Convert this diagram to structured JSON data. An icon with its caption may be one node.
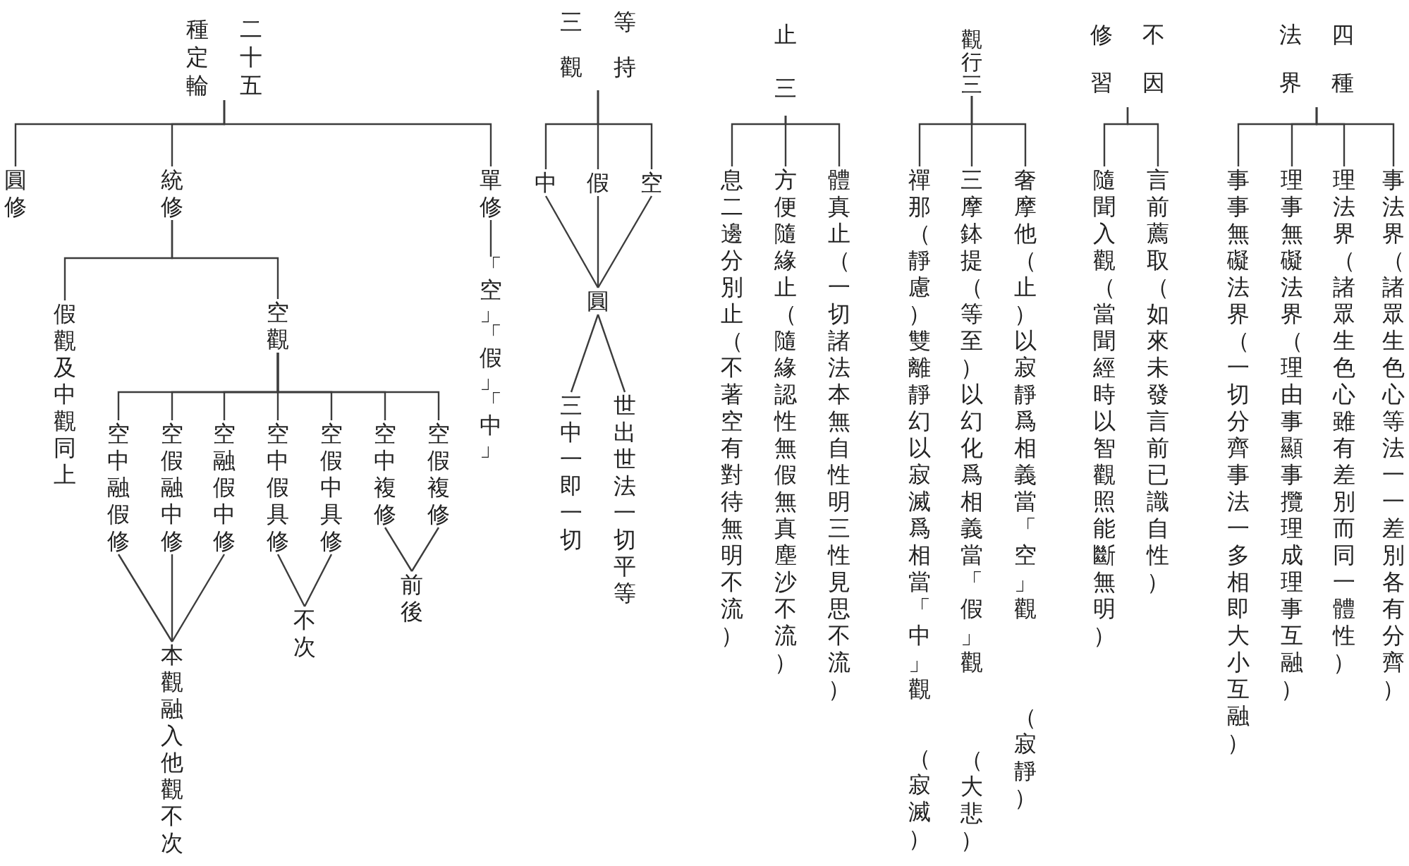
{
  "diagram": {
    "nodes": [
      {
        "text": [
          "四種法界"
        ]
      },
      {
        "text": [
          "事法界（諸眾生色心等法一一差別各有分齊）"
        ]
      },
      {
        "text": [
          "理法界（諸眾生色心雖有差別而同一體性）"
        ]
      },
      {
        "text": [
          "理事無礙法界（理由事顯事攬理成理事互融）"
        ]
      },
      {
        "text": [
          "事事無礙法界（一切分齊事法一多相即大小互融）"
        ]
      },
      {
        "text": [
          "不因修習"
        ]
      },
      {
        "text": [
          "言前薦取（如來未發言前已識自性）"
        ]
      },
      {
        "text": [
          "隨聞入觀（當聞經時以智觀照能斷無明）"
        ]
      },
      {
        "text": [
          "觀行三"
        ]
      },
      {
        "text": [
          "奢摩他（止）以寂靜爲相義當「空」觀",
          "（寂靜）"
        ]
      },
      {
        "text": [
          "三摩鉢提（等至）以幻化爲相義當「假」觀",
          "（大悲）"
        ]
      },
      {
        "text": [
          "禪那（靜慮）雙離靜幻以寂滅爲相當「中」觀",
          "（寂滅）"
        ]
      },
      {
        "text": [
          "止三"
        ]
      },
      {
        "text": [
          "體真止（一切諸法本無自性明三性見思不流）"
        ]
      },
      {
        "text": [
          "方便隨緣止（隨緣認性無假無真塵沙不流）"
        ]
      },
      {
        "text": [
          "息二邊分別止（不著空有對待無明不流）"
        ]
      },
      {
        "text": [
          "等持三觀"
        ]
      },
      {
        "text": [
          "空"
        ]
      },
      {
        "text": [
          "假"
        ]
      },
      {
        "text": [
          "中"
        ]
      },
      {
        "text": [
          "圓"
        ]
      },
      {
        "text": [
          "世出世法一切平等"
        ]
      },
      {
        "text": [
          "三中一即一切"
        ]
      },
      {
        "text": [
          "二十五種定輪"
        ]
      },
      {
        "text": [
          "單修"
        ]
      },
      {
        "text": [
          "「空」「假」「中」"
        ]
      },
      {
        "text": [
          "統修"
        ]
      },
      {
        "text": [
          "空觀"
        ]
      },
      {
        "text": [
          "空假複修"
        ]
      },
      {
        "text": [
          "空中複修"
        ]
      },
      {
        "text": [
          "空假中具修"
        ]
      },
      {
        "text": [
          "空中假具修"
        ]
      },
      {
        "text": [
          "空融假中修"
        ]
      },
      {
        "text": [
          "空假融中修"
        ]
      },
      {
        "text": [
          "空中融假修"
        ]
      },
      {
        "text": [
          "前後"
        ]
      },
      {
        "text": [
          "不次"
        ]
      },
      {
        "text": [
          "本觀融入他觀不次"
        ]
      },
      {
        "text": [
          "假觀及中觀同上"
        ]
      },
      {
        "text": [
          "圓修"
        ]
      }
    ],
    "edges": [
      {
        "from": 0,
        "to": 1,
        "arrow": "none"
      },
      {
        "from": 0,
        "to": 2,
        "arrow": "none"
      },
      {
        "from": 0,
        "to": 3,
        "arrow": "none"
      },
      {
        "from": 0,
        "to": 4,
        "arrow": "none"
      },
      {
        "from": 5,
        "to": 6,
        "arrow": "none"
      },
      {
        "from": 5,
        "to": 7,
        "arrow": "none"
      },
      {
        "from": 8,
        "to": 9,
        "arrow": "none"
      },
      {
        "from": 8,
        "to": 10,
        "arrow": "none"
      },
      {
        "from": 8,
        "to": 11,
        "arrow": "none"
      },
      {
        "from": 12,
        "to": 13,
        "arrow": "none"
      },
      {
        "from": 12,
        "to": 14,
        "arrow": "none"
      },
      {
        "from": 12,
        "to": 15,
        "arrow": "none"
      },
      {
        "from": 16,
        "to": 17,
        "arrow": "none"
      },
      {
        "from": 16,
        "to": 18,
        "arrow": "none"
      },
      {
        "from": 16,
        "to": 19,
        "arrow": "none"
      },
      {
        "from": 17,
        "to": 20,
        "arrow": "none"
      },
      {
        "from": 18,
        "to": 20,
        "arrow": "none"
      },
      {
        "from": 19,
        "to": 20,
        "arrow": "none"
      },
      {
        "from": 20,
        "to": 21,
        "arrow": "none"
      },
      {
        "from": 20,
        "to": 22,
        "arrow": "none"
      },
      {
        "from": 23,
        "to": 24,
        "arrow": "none"
      },
      {
        "from": 23,
        "to": 26,
        "arrow": "none"
      },
      {
        "from": 23,
        "to": 39,
        "arrow": "none"
      },
      {
        "from": 24,
        "to": 25,
        "arrow": "none"
      },
      {
        "from": 26,
        "to": 27,
        "arrow": "none"
      },
      {
        "from": 26,
        "to": 38,
        "arrow": "none"
      },
      {
        "from": 27,
        "to": 28,
        "arrow": "none"
      },
      {
        "from": 27,
        "to": 29,
        "arrow": "none"
      },
      {
        "from": 27,
        "to": 30,
        "arrow": "none"
      },
      {
        "from": 27,
        "to": 31,
        "arrow": "none"
      },
      {
        "from": 27,
        "to": 32,
        "arrow": "none"
      },
      {
        "from": 27,
        "to": 33,
        "arrow": "none"
      },
      {
        "from": 27,
        "to": 34,
        "arrow": "none"
      },
      {
        "from": 28,
        "to": 35,
        "arrow": "none"
      },
      {
        "from": 29,
        "to": 35,
        "arrow": "none"
      },
      {
        "from": 30,
        "to": 36,
        "arrow": "none"
      },
      {
        "from": 31,
        "to": 36,
        "arrow": "none"
      },
      {
        "from": 32,
        "to": 37,
        "arrow": "none"
      },
      {
        "from": 33,
        "to": 37,
        "arrow": "none"
      },
      {
        "from": 34,
        "to": 37,
        "arrow": "none"
      }
    ]
  }
}
